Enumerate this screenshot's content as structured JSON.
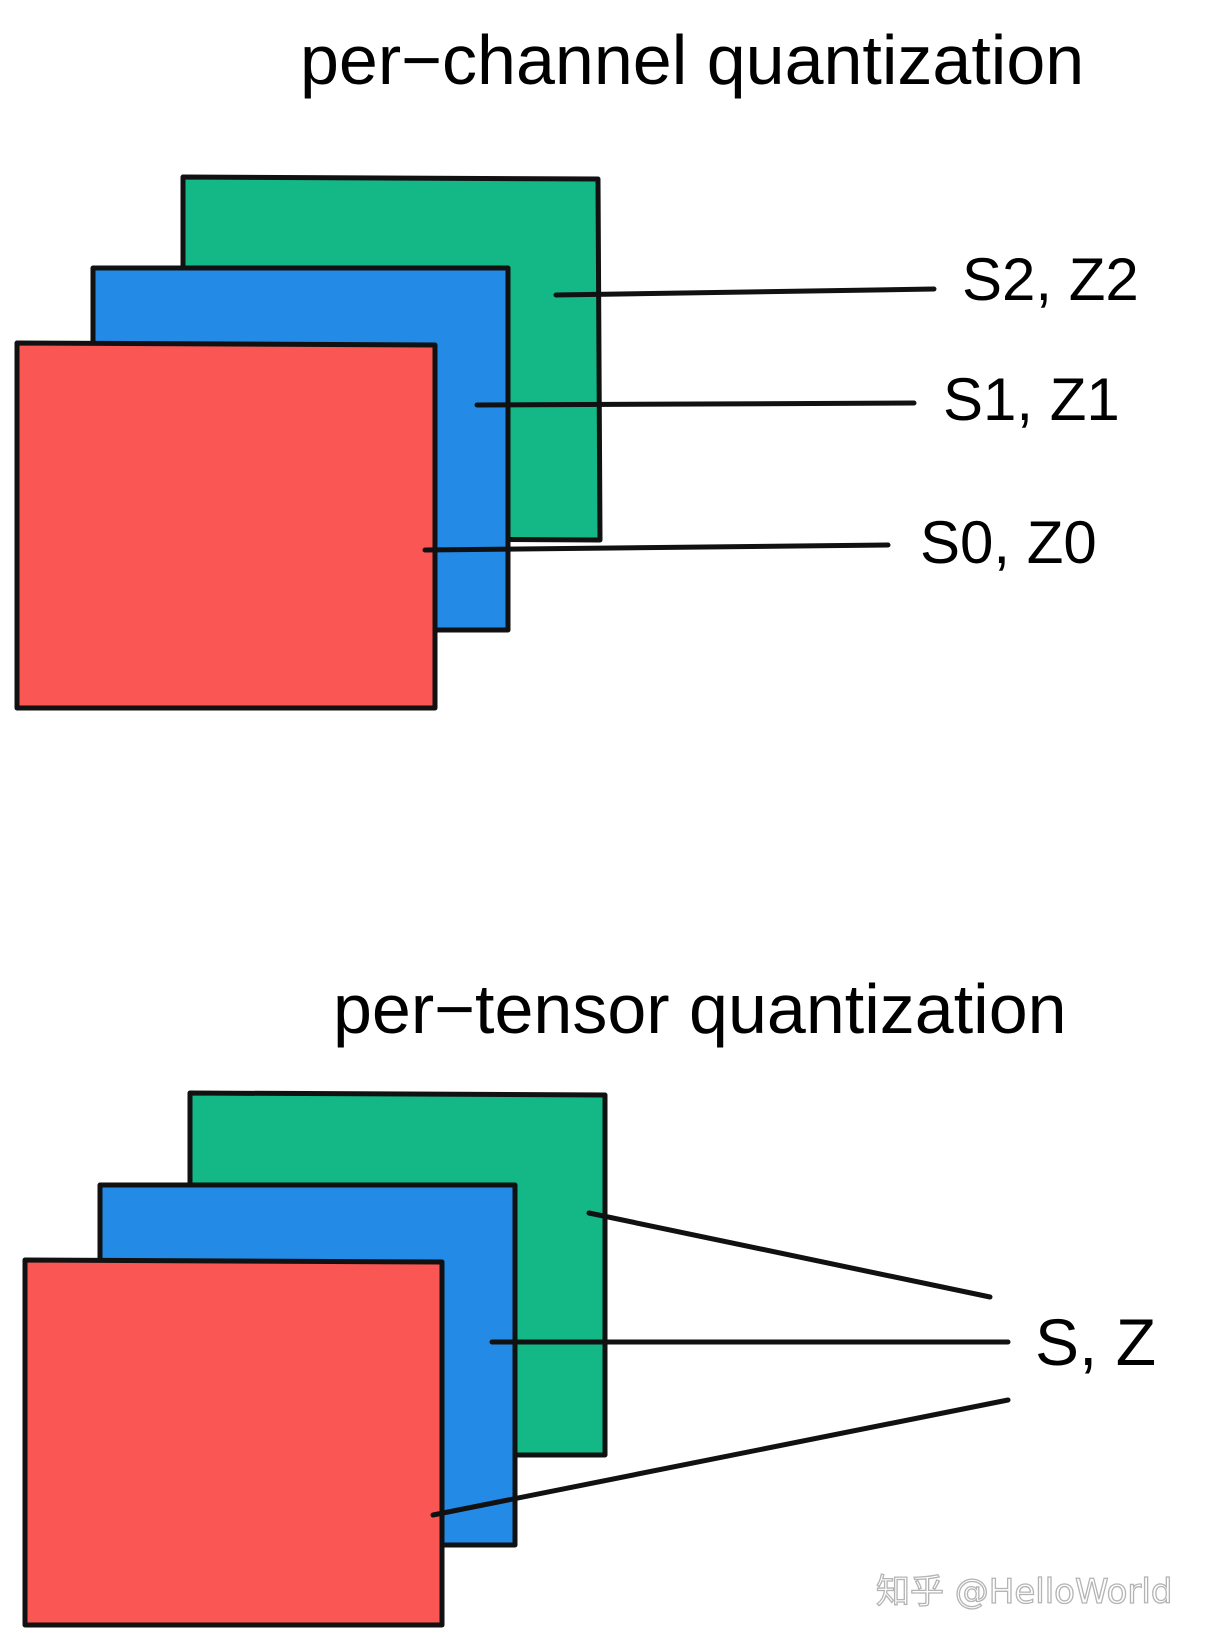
{
  "colors": {
    "green": "#13B886",
    "blue": "#238AE6",
    "red": "#F95654",
    "outline": "#111111"
  },
  "per_channel": {
    "title": "per−channel quantization",
    "labels": [
      "S2, Z2",
      "S1, Z1",
      "S0, Z0"
    ]
  },
  "per_tensor": {
    "title": "per−tensor quantization",
    "label": "S, Z"
  },
  "watermark": "知乎 @HelloWorld"
}
